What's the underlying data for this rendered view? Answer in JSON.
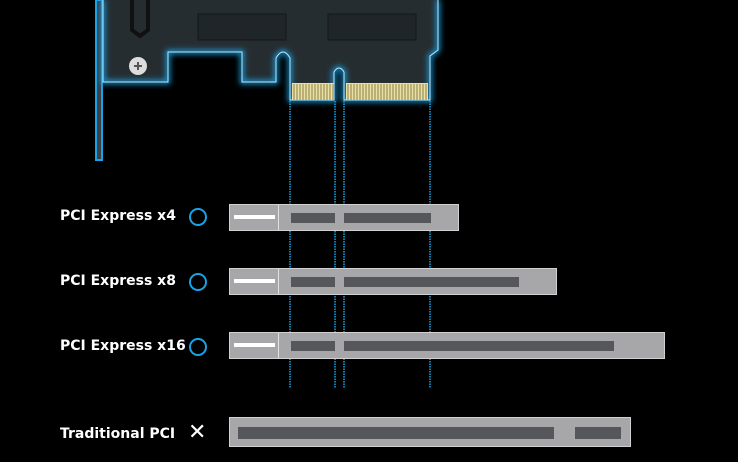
{
  "rows": [
    {
      "label": "PCI Express x4",
      "compatible": true,
      "icon": "circle-icon"
    },
    {
      "label": "PCI Express x8",
      "compatible": true,
      "icon": "circle-icon"
    },
    {
      "label": "PCI Express x16",
      "compatible": true,
      "icon": "circle-icon"
    },
    {
      "label": "Traditional PCI",
      "compatible": false,
      "icon": "cross-icon"
    }
  ],
  "colors": {
    "accent": "#19a3e6",
    "slot": "#a7a7aa",
    "slot_inner": "#56575a",
    "board": "#262d31",
    "contacts": "#e9e2a4"
  }
}
